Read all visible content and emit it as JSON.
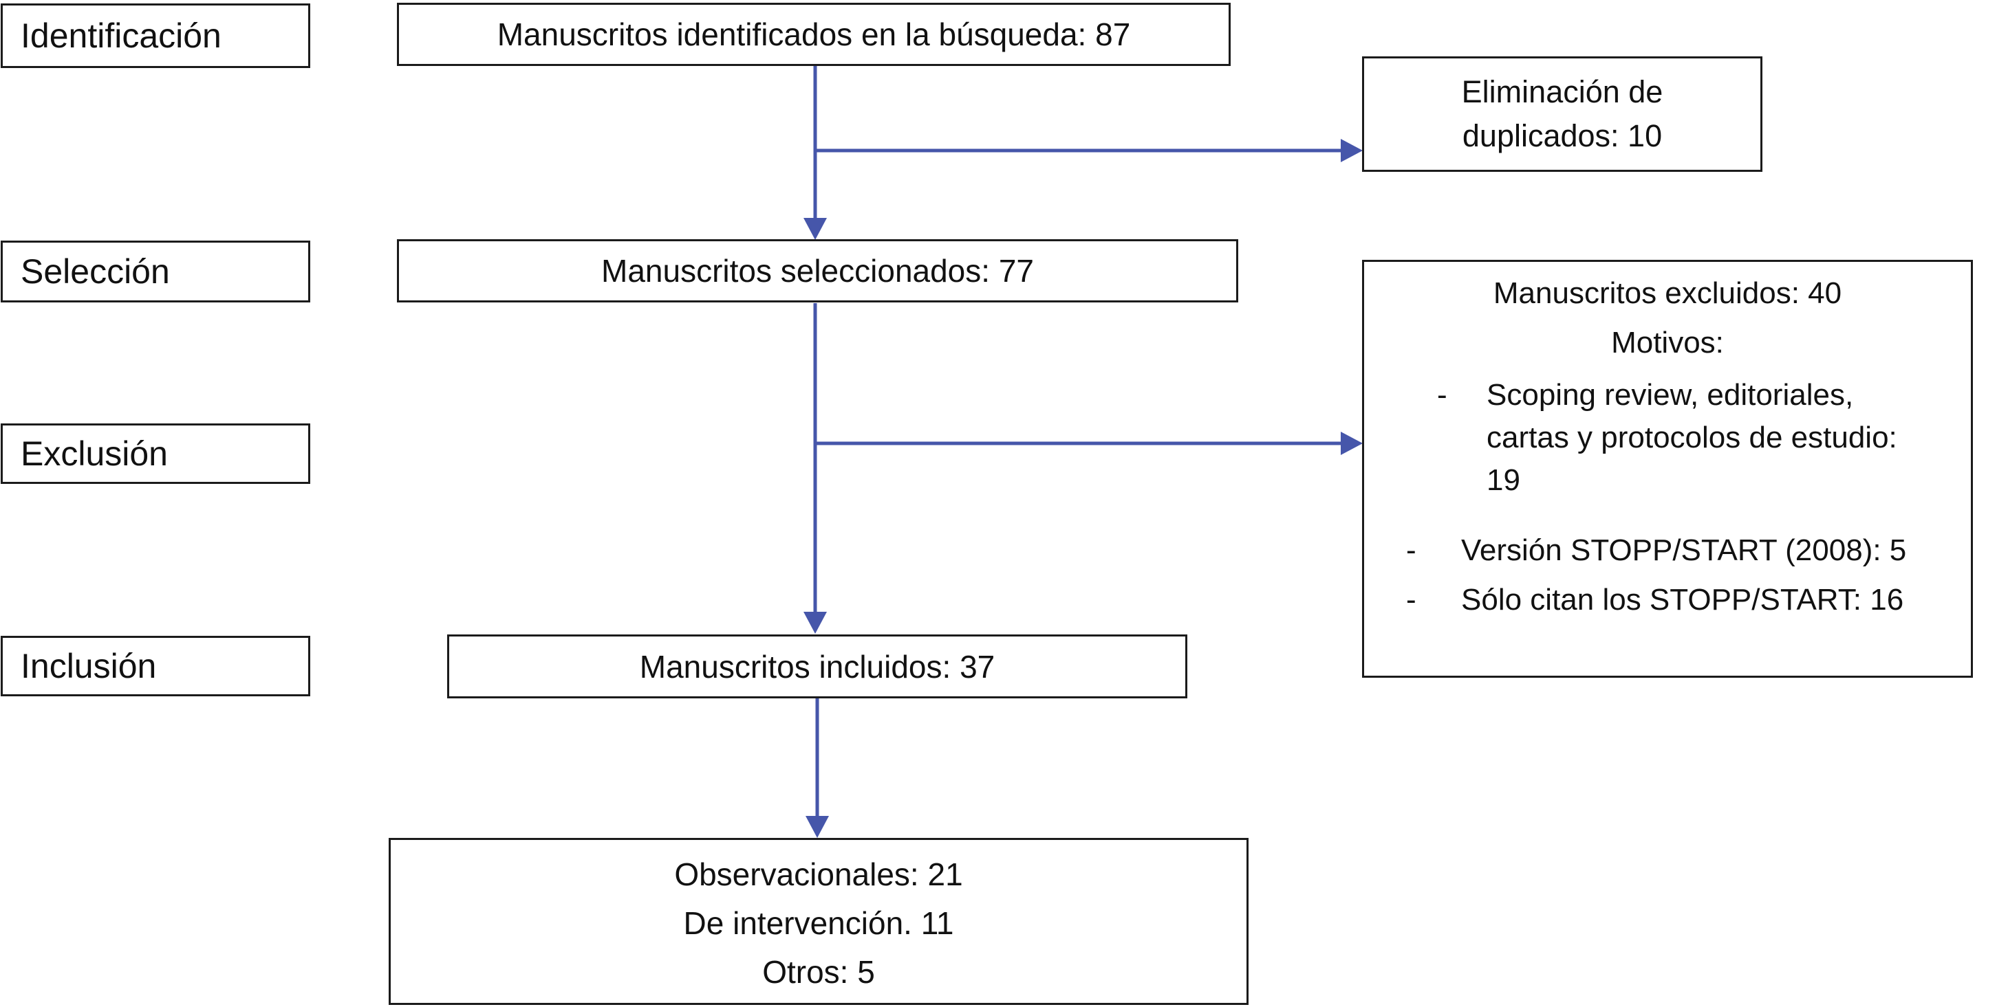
{
  "colors": {
    "arrow": "#4656aa",
    "box_border": "#1b1b1b",
    "text": "#111111",
    "background": "#ffffff"
  },
  "stages": [
    {
      "label": "Identificación"
    },
    {
      "label": "Selección"
    },
    {
      "label": "Exclusión"
    },
    {
      "label": "Inclusión"
    }
  ],
  "flow_boxes": {
    "identified": "Manuscritos identificados en la búsqueda: 87",
    "selected": "Manuscritos seleccionados: 77",
    "included": "Manuscritos incluidos: 37",
    "results": [
      "Observacionales: 21",
      "De intervención. 11",
      "Otros: 5"
    ]
  },
  "side_boxes": {
    "duplicates_lines": [
      "Eliminación de",
      "duplicados: 10"
    ],
    "excluded": {
      "title": "Manuscritos excluidos: 40",
      "subtitle": "Motivos:",
      "bullet_marker": "-",
      "reasons": [
        "Scoping review, editoriales, cartas y protocolos de estudio: 19",
        "Versión STOPP/START (2008): 5",
        "Sólo citan los STOPP/START: 16"
      ]
    }
  }
}
